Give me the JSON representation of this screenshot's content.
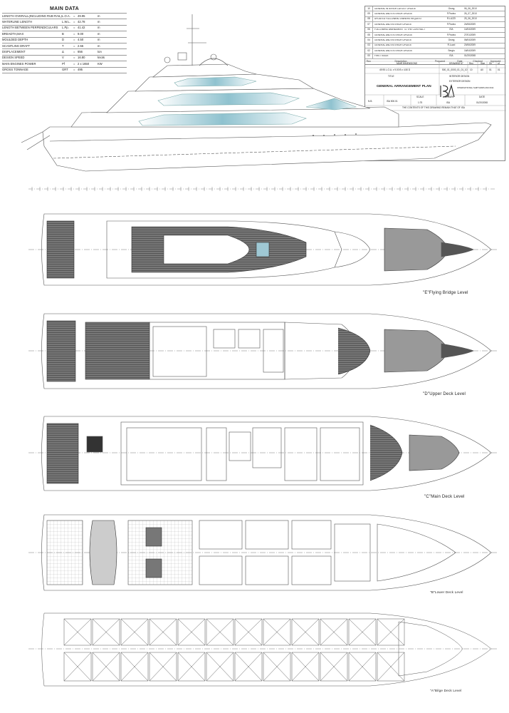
{
  "main_data": {
    "title": "MAIN DATA",
    "rows": [
      {
        "label": "LENGTH OVERALL(INCLUDING RUB RAIL)",
        "sym": "L.O.A.",
        "val": "49.95",
        "unit": "m"
      },
      {
        "label": "WATERLINE LENGTH",
        "sym": "L.W.L.",
        "val": "42.78",
        "unit": "m"
      },
      {
        "label": "LENGTH BETWEEN PERPENDICULARS",
        "sym": "L.Pp.",
        "val": "41.42",
        "unit": "m"
      },
      {
        "label": "BREADTH,MAX",
        "sym": "B",
        "val": "9.00",
        "unit": "m"
      },
      {
        "label": "MOULDED DEPTH",
        "sym": "D",
        "val": "4.50",
        "unit": "m"
      },
      {
        "label": "SCANTLING DRAFT",
        "sym": "T",
        "val": "2.55",
        "unit": "m"
      },
      {
        "label": "DISPLACEMENT",
        "sym": "Δ",
        "val": "656",
        "unit": "ton"
      },
      {
        "label": "DESIGN SPEED",
        "sym": "V",
        "val": "16.80",
        "unit": "knots"
      },
      {
        "label": "MAIN ENGINES POWER",
        "sym": "Pf",
        "val": "2 x 1650",
        "unit": "KW"
      },
      {
        "label": "GROSS TONNAGE",
        "sym": "GRT",
        "val": "495",
        "unit": ""
      }
    ]
  },
  "title_block": {
    "revisions": [
      {
        "no": "10",
        "desc": "GENERAL INTERIOR LAYOUT UPDATE",
        "by": "Grong",
        "date": "06_06_2010"
      },
      {
        "no": "09",
        "desc": "GENERAL AND EXTERIOR UPDATE",
        "by": "F.Pocino",
        "date": "26_07_2010"
      },
      {
        "no": "08",
        "desc": "UPDATED FOLLOWING OWNERS REQUEST",
        "by": "R.LUZZI",
        "date": "25_06_2010"
      },
      {
        "no": "07",
        "desc": "GENERAL AND INTERIOR UPDATE",
        "by": "F.Pocino",
        "date": "24/06/2009"
      },
      {
        "no": "06",
        "desc": "FOLLOWING AMENDMENT TO THE CONTRACT",
        "by": "ISA",
        "date": "14/04/2009"
      },
      {
        "no": "05",
        "desc": "GENERAL AND EXTERIOR UPDATE",
        "by": "F.Pocino",
        "date": "27/01/2009"
      },
      {
        "no": "04",
        "desc": "GENERAL AND INTERIOR UPDATE",
        "by": "Grong",
        "date": "06/04/2009"
      },
      {
        "no": "03",
        "desc": "GENERAL AND INTERIOR UPDATE",
        "by": "R.Luzzi",
        "date": "20/06/2009"
      },
      {
        "no": "02",
        "desc": "GENERAL AND EXTERIOR UPDATE",
        "by": "Sergio",
        "date": "16/04/2009"
      },
      {
        "no": "00",
        "desc": "FIRST ISSUE",
        "by": "ISA",
        "date": "01/20/2008"
      }
    ],
    "head_rev": "Rev.",
    "head_desc": "Description",
    "head_prepared": "Prepared",
    "head_date": "Date",
    "head_checked": "Checked",
    "head_approved": "Approved",
    "main_dimensions": "MAIN DIMENSIONS",
    "drawing_no_label": "DRAWING N°",
    "dims_line": "49.95  L.O.A. x 9.00  B x 4.50  D",
    "drawing_no": "500_01_0000_01_01_10",
    "rev_label": "Rev.",
    "rev_value": "10",
    "size_label": "Size",
    "size_value": "A0",
    "sheet_label": "Sh",
    "sheet_value": "01",
    "of_label": "of",
    "of_value": "01",
    "title_label": "TITLE",
    "interior_design": "INTERIOR DESIGN",
    "exterior_design": "EXTERIOR DESIGN",
    "drawing_title": "GENERAL ARRANGEMENT PLAN",
    "company": "INTERNATIONAL SHIPYARDS ANCONA",
    "hull_label": "N.B.",
    "hull_value": "ISA 500.01",
    "scale_label": "SCALE",
    "scale_value": "1:75",
    "drawn_label": "DRAWN",
    "drawn_value": "ISA",
    "date_label": "DATE",
    "date_value": "01/20/2008",
    "notice": "THE CONTENTS OF THIS DRAWING REMAIN THAT OF ISA"
  },
  "decks": {
    "e": "\"E\"Flying Bridge Level",
    "d": "\"D\"Upper Deck Level",
    "c": "\"C\"Main Deck Level",
    "b": "\"B\"Lower Deck Level",
    "a": "\"A\"Bilge Deck Level"
  },
  "colors": {
    "line": "#555555",
    "glass": "#9fc8d4",
    "deck_fill": "#4a4a4a"
  }
}
